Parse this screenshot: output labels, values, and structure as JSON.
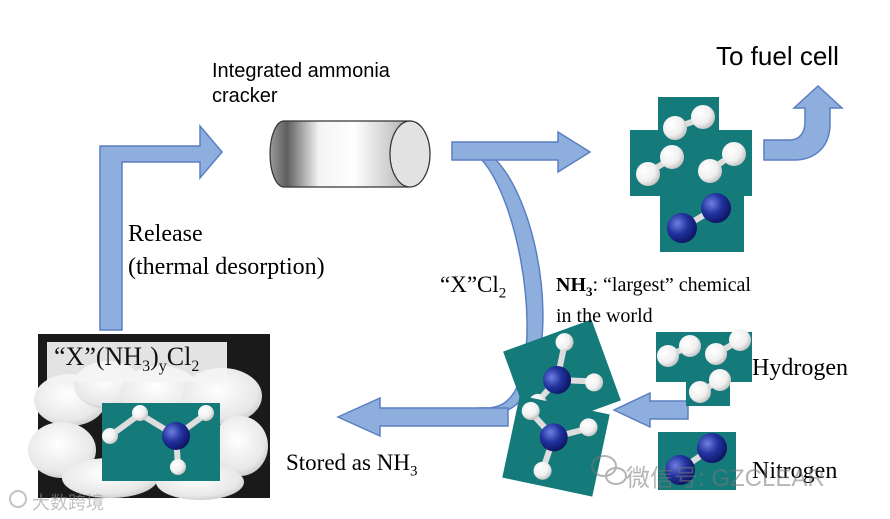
{
  "labels": {
    "cracker_line1": "Integrated ammonia",
    "cracker_line2": "cracker",
    "fuel_cell": "To fuel cell",
    "release_line1": "Release",
    "release_line2": "(thermal desorption)",
    "xcl2_quote": "“X”Cl",
    "xcl2_sub": "2",
    "nh3_bold": "NH",
    "nh3_sub": "3",
    "nh3_rest": ": “largest” chemical",
    "nh3_line2": "in the world",
    "hydrogen": "Hydrogen",
    "nitrogen": "Nitrogen",
    "stored_main": "Stored as NH",
    "stored_sub": "3",
    "salt_a": "“X”(NH",
    "salt_sub1": "3",
    "salt_b": ")",
    "salt_sub2": "y",
    "salt_c": "Cl",
    "salt_sub3": "2"
  },
  "watermarks": {
    "wechat_text": "微信号: GZCLEAR",
    "corner_text": "大数跨境"
  },
  "colors": {
    "arrow_fill": "#8eaede",
    "arrow_stroke": "#5b7fc1",
    "teal": "#157a7a",
    "nitrogen_atom": "#2233a0",
    "hydrogen_atom": "#ffffff"
  }
}
